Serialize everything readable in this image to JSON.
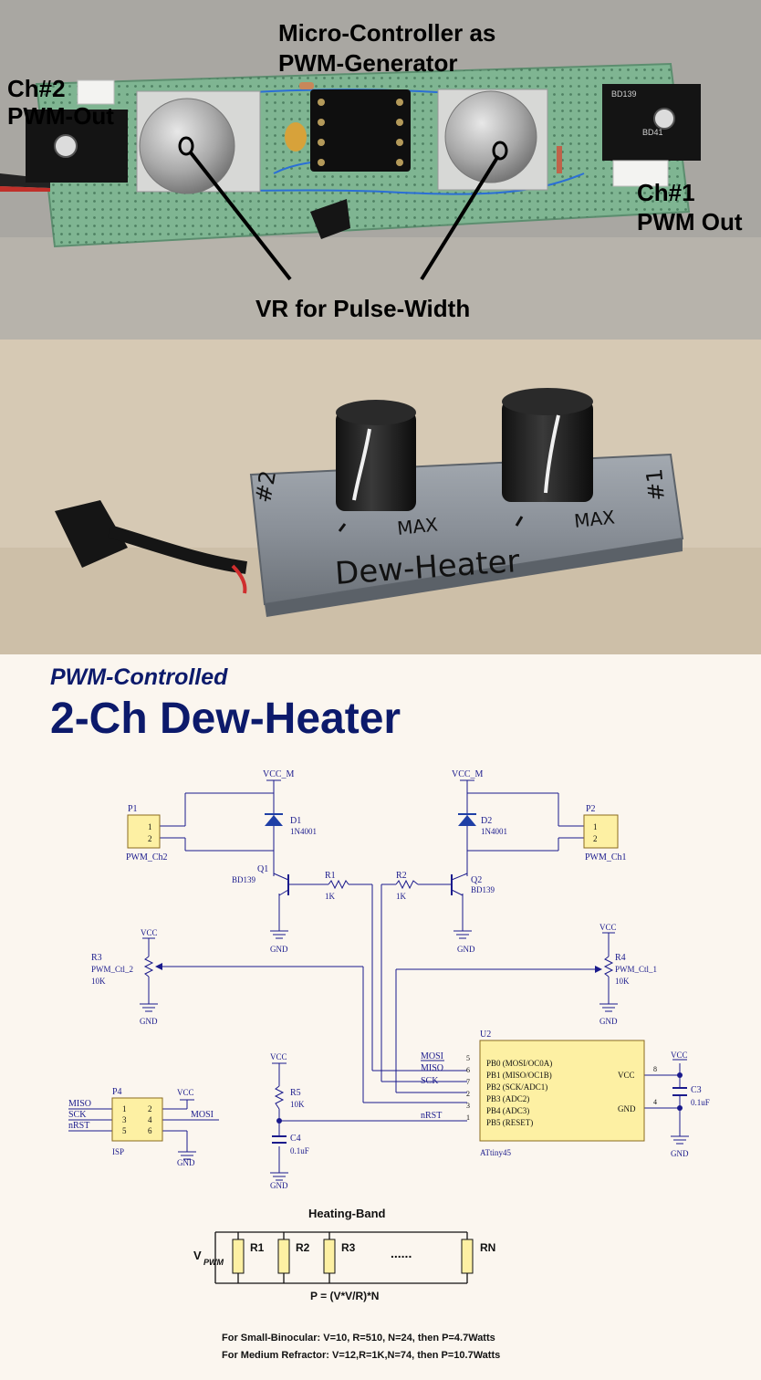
{
  "photo1": {
    "labels": {
      "mcu": [
        "Micro-Controller as",
        "PWM-Generator"
      ],
      "ch2": [
        "Ch#2",
        "PWM-Out"
      ],
      "ch1": [
        "Ch#1",
        "PWM Out"
      ],
      "vr": "VR for Pulse-Width"
    },
    "chip_markings": [
      "BD139",
      "BD41"
    ]
  },
  "photo2": {
    "handwriting": {
      "ch2": "#2",
      "ch1": "#1",
      "max_left": "MAX",
      "max_right": "MAX",
      "title": "Dew-Heater"
    }
  },
  "schematic": {
    "subtitle": "PWM-Controlled",
    "title": "2-Ch Dew-Heater",
    "vcc_m_left": "VCC_M",
    "vcc_m_right": "VCC_M",
    "p1": {
      "ref": "P1",
      "name": "PWM_Ch2",
      "pins": [
        "1",
        "2"
      ]
    },
    "p2": {
      "ref": "P2",
      "name": "PWM_Ch1",
      "pins": [
        "1",
        "2"
      ]
    },
    "d1": {
      "ref": "D1",
      "value": "1N4001"
    },
    "d2": {
      "ref": "D2",
      "value": "1N4001"
    },
    "q1": {
      "ref": "Q1",
      "value": "BD139"
    },
    "q2": {
      "ref": "Q2",
      "value": "BD139"
    },
    "r1": {
      "ref": "R1",
      "value": "1K"
    },
    "r2": {
      "ref": "R2",
      "value": "1K"
    },
    "r3": {
      "ref": "R3",
      "name": "PWM_Ctl_2",
      "value": "10K"
    },
    "r4": {
      "ref": "R4",
      "name": "PWM_Ctl_1",
      "value": "10K"
    },
    "r5": {
      "ref": "R5",
      "value": "10K"
    },
    "c3": {
      "ref": "C3",
      "value": "0.1uF"
    },
    "c4": {
      "ref": "C4",
      "value": "0.1uF"
    },
    "gnd": "GND",
    "vcc": "VCC",
    "u2": {
      "ref": "U2",
      "part": "ATtiny45",
      "pins_left": [
        "PB0 (MOSI/OC0A)",
        "PB1 (MISO/OC1B)",
        "PB2 (SCK/ADC1)",
        "PB3 (ADC2)",
        "PB4 (ADC3)",
        "PB5 (RESET)"
      ],
      "pin_numbers_left": [
        "5",
        "6",
        "7",
        "2",
        "3",
        "1"
      ],
      "vcc_pin": "VCC",
      "gnd_pin": "GND",
      "vcc_num": "8",
      "gnd_num": "4"
    },
    "nets": {
      "mosi": "MOSI",
      "miso": "MISO",
      "sck": "SCK",
      "nrst": "nRST"
    },
    "p4": {
      "ref": "P4",
      "name": "ISP",
      "pins": [
        "1",
        "2",
        "3",
        "4",
        "5",
        "6"
      ],
      "left_nets": [
        "MISO",
        "SCK",
        "nRST"
      ],
      "right_nets": [
        "VCC",
        "MOSI",
        "GND"
      ]
    }
  },
  "band": {
    "title": "Heating-Band",
    "v": "V",
    "v_sub": "PWM",
    "resistors": [
      "R1",
      "R2",
      "R3",
      "RN"
    ],
    "dots": "......",
    "formula": "P = (V*V/R)*N",
    "note1": "For Small-Binocular: V=10, R=510, N=24, then P=4.7Watts",
    "note2": "For Medium Refractor: V=12,R=1K,N=74, then P=10.7Watts"
  },
  "colors": {
    "schematic_bg": "#fbf6ef",
    "title_navy": "#0c1a6b",
    "wire_blue": "#1a1a8c",
    "chip_yellow": "#fdf0a3",
    "diode_blue": "#1f3fa6",
    "pcb_green": "#7fb592",
    "tube_gray": "#8c9299"
  }
}
